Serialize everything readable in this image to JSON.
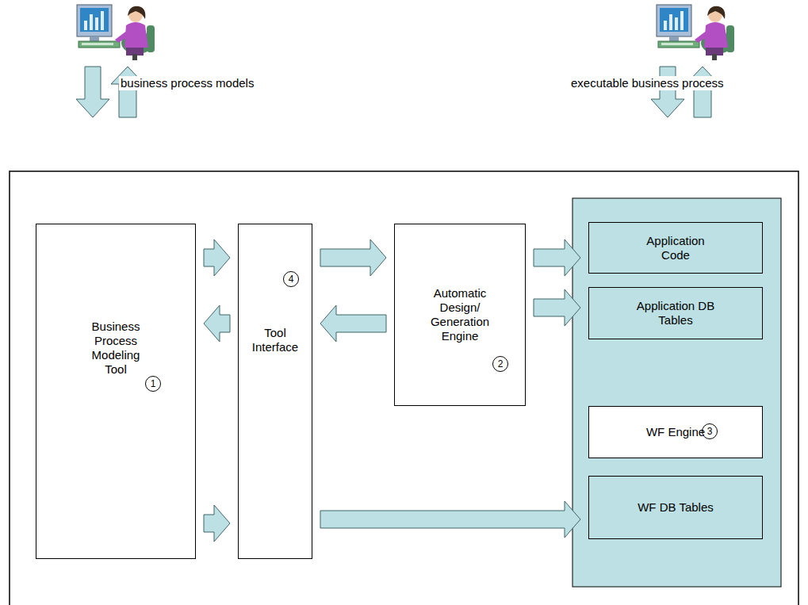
{
  "diagram": {
    "nodes": [
      {
        "text": [
          "Business Process Modeling Tool"
        ]
      },
      {
        "text": [
          "Tool Interface"
        ]
      },
      {
        "text": [
          "Automatic Design/ Generation Engine"
        ]
      },
      {
        "text": [
          "Application Code"
        ]
      },
      {
        "text": [
          "Application DB Tables"
        ]
      },
      {
        "text": [
          "WF Engine"
        ]
      },
      {
        "text": [
          "WF DB Tables"
        ]
      }
    ],
    "edges": [
      {
        "from": 0,
        "to": 1,
        "arrow": "to"
      },
      {
        "from": 1,
        "to": 0,
        "arrow": "to"
      },
      {
        "from": 0,
        "to": 1,
        "arrow": "to"
      },
      {
        "from": 1,
        "to": 2,
        "arrow": "to"
      },
      {
        "from": 2,
        "to": 1,
        "arrow": "to"
      },
      {
        "from": 2,
        "to": 3,
        "arrow": "to"
      },
      {
        "from": 2,
        "to": 4,
        "arrow": "to"
      },
      {
        "from": 1,
        "to": 6,
        "arrow": "to"
      }
    ],
    "labels": [
      "business process models",
      "executable business process",
      "1",
      "4",
      "2",
      "3"
    ]
  }
}
